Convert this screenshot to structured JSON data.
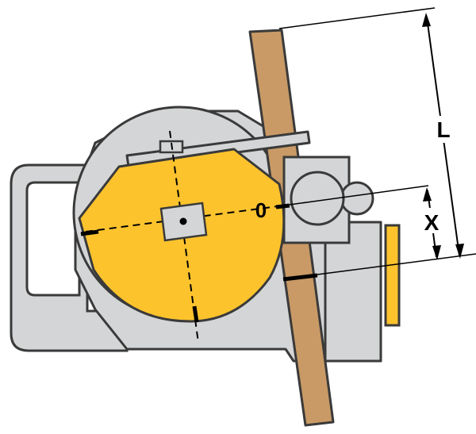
{
  "labels": {
    "zero_mark": "0",
    "length_label": "L",
    "offset_label": "X"
  },
  "colors": {
    "body_gray": "#d4d5d6",
    "outline": "#3a3a3a",
    "protractor_yellow": "#fcc32d",
    "wood": "#c99a66",
    "clamp_yellow": "#fcc32d",
    "background": "#ffffff"
  }
}
